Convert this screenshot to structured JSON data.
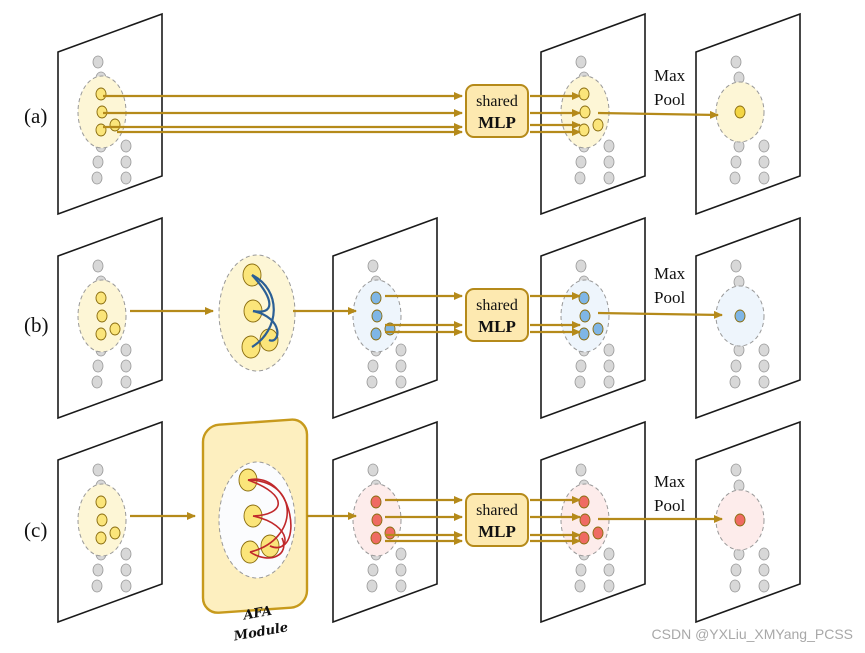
{
  "rows": [
    {
      "label": "(a)",
      "style": "plain",
      "accent": "#f3d544"
    },
    {
      "label": "(b)",
      "style": "graph",
      "accent": "#7fb6e6"
    },
    {
      "label": "(c)",
      "style": "afa",
      "accent": "#ef6b63"
    }
  ],
  "mlp": {
    "line1": "shared",
    "line2": "MLP"
  },
  "maxpool": {
    "line1": "Max",
    "line2": "Pool"
  },
  "afa_module": {
    "line1": "AFA",
    "line2": "Module"
  },
  "watermark": "CSDN @YXLiu_XMYang_PCSS",
  "colors": {
    "arrow": "#b58a1a",
    "grey_point": "#d8d8d8",
    "yellow_point": "#fbe57a",
    "yellow_halo": "#fdf6d6",
    "blue_edge": "#2b5f95",
    "red_edge": "#c0282b",
    "afa_panel": "#fdefbf"
  }
}
